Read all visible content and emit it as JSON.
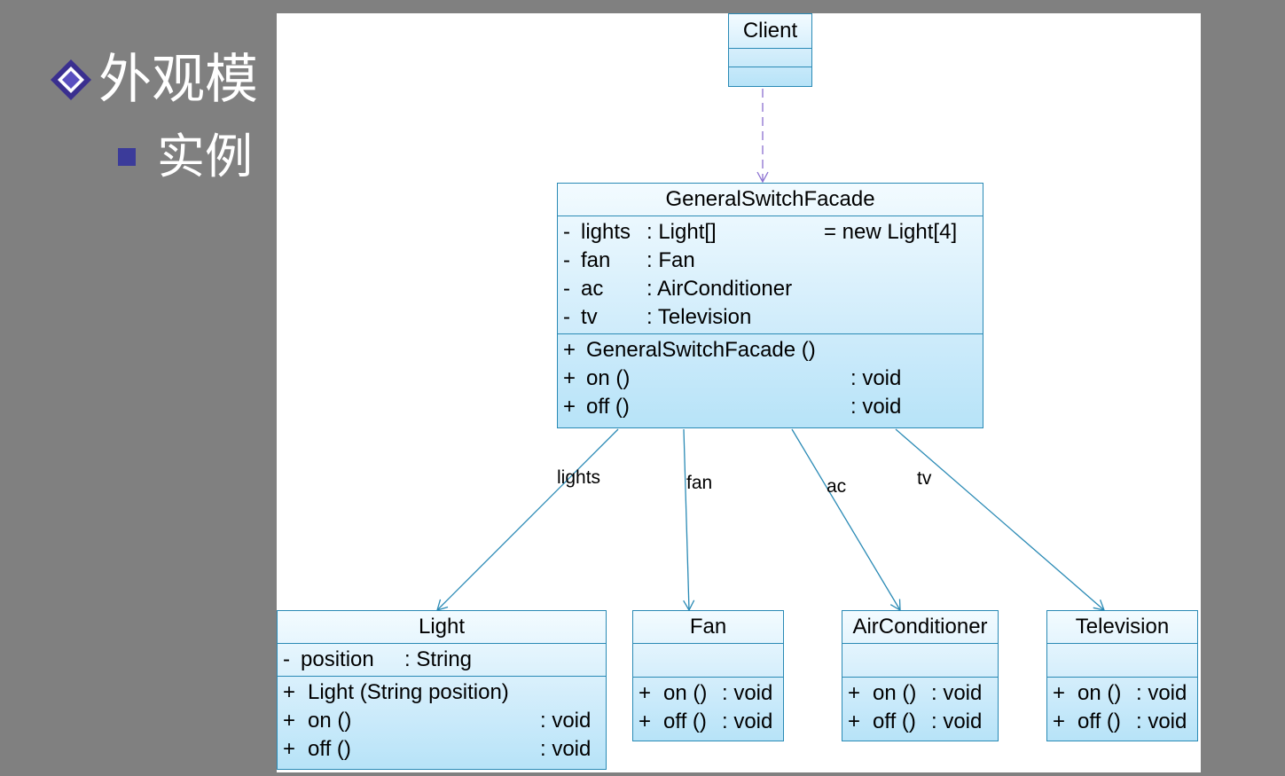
{
  "slide": {
    "title": "外观模",
    "subtitle": "实例"
  },
  "diagram": {
    "client": {
      "name": "Client"
    },
    "facade": {
      "name": "GeneralSwitchFacade",
      "attributes": [
        {
          "vis": "-",
          "name": "lights",
          "type": ": Light[]",
          "init": "= new Light[4]"
        },
        {
          "vis": "-",
          "name": "fan",
          "type": ": Fan",
          "init": ""
        },
        {
          "vis": "-",
          "name": "ac",
          "type": ": AirConditioner",
          "init": ""
        },
        {
          "vis": "-",
          "name": "tv",
          "type": ": Television",
          "init": ""
        }
      ],
      "operations": [
        {
          "vis": "+",
          "name": "GeneralSwitchFacade ()",
          "ret": ""
        },
        {
          "vis": "+",
          "name": "on ()",
          "ret": ": void"
        },
        {
          "vis": "+",
          "name": "off ()",
          "ret": ": void"
        }
      ]
    },
    "light": {
      "name": "Light",
      "attributes": [
        {
          "vis": "-",
          "name": "position",
          "type": ": String"
        }
      ],
      "operations": [
        {
          "vis": "+",
          "name": "Light (String position)",
          "ret": ""
        },
        {
          "vis": "+",
          "name": "on ()",
          "ret": ": void"
        },
        {
          "vis": "+",
          "name": "off ()",
          "ret": ": void"
        }
      ]
    },
    "fan": {
      "name": "Fan",
      "operations": [
        {
          "vis": "+",
          "name": "on ()",
          "ret": ": void"
        },
        {
          "vis": "+",
          "name": "off ()",
          "ret": ": void"
        }
      ]
    },
    "airconditioner": {
      "name": "AirConditioner",
      "operations": [
        {
          "vis": "+",
          "name": "on ()",
          "ret": ": void"
        },
        {
          "vis": "+",
          "name": "off ()",
          "ret": ": void"
        }
      ]
    },
    "television": {
      "name": "Television",
      "operations": [
        {
          "vis": "+",
          "name": "on ()",
          "ret": ": void"
        },
        {
          "vis": "+",
          "name": "off ()",
          "ret": ": void"
        }
      ]
    },
    "associations": {
      "lights": "lights",
      "fan": "fan",
      "ac": "ac",
      "tv": "tv"
    },
    "colors": {
      "border": "#2a8ab5",
      "association_line": "#2a8ab5",
      "dependency_line": "#8a6fd0",
      "background": "#808080"
    }
  }
}
